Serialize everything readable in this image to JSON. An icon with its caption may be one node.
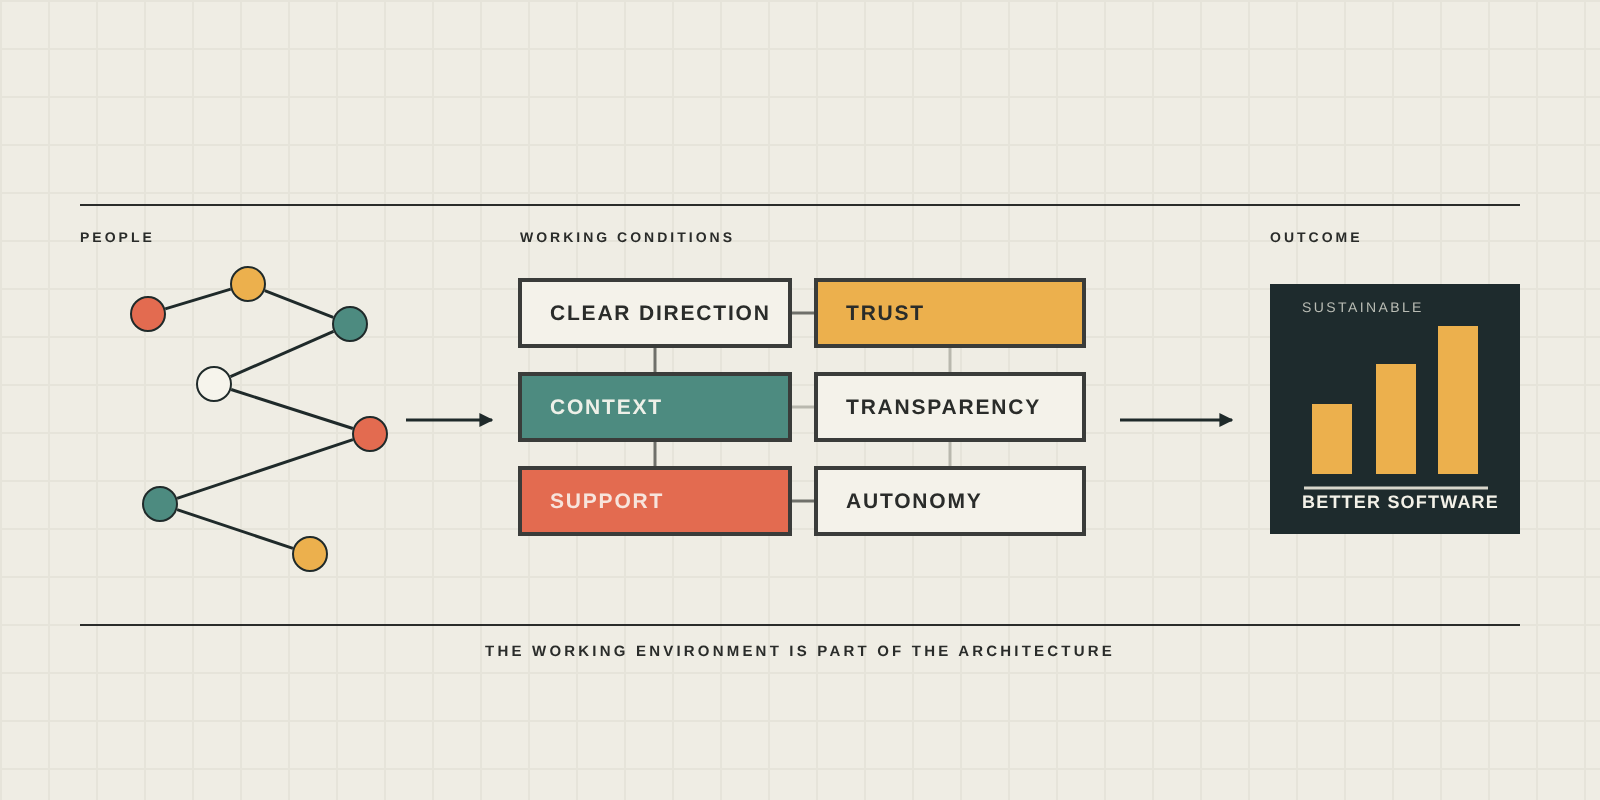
{
  "diagram": {
    "caption": "THE WORKING ENVIRONMENT IS PART OF THE ARCHITECTURE",
    "nodes": [
      {
        "text": [
          "PEOPLE"
        ]
      },
      {
        "text": [],
        "shape": "circle",
        "in": 0
      },
      {
        "text": [],
        "shape": "circle",
        "in": 0
      },
      {
        "text": [],
        "shape": "circle",
        "in": 0
      },
      {
        "text": [],
        "shape": "circle",
        "in": 0
      },
      {
        "text": [],
        "shape": "circle",
        "in": 0
      },
      {
        "text": [],
        "shape": "circle",
        "in": 0
      },
      {
        "text": [],
        "shape": "circle",
        "in": 0
      },
      {
        "text": [
          "WORKING CONDITIONS"
        ]
      },
      {
        "text": [
          "CLEAR DIRECTION"
        ],
        "in": 8
      },
      {
        "text": [
          "TRUST"
        ],
        "in": 8
      },
      {
        "text": [
          "CONTEXT"
        ],
        "in": 8
      },
      {
        "text": [
          "TRANSPARENCY"
        ],
        "in": 8
      },
      {
        "text": [
          "SUPPORT"
        ],
        "in": 8
      },
      {
        "text": [
          "AUTONOMY"
        ],
        "in": 8
      },
      {
        "text": [
          "OUTCOME",
          "SUSTAINABLE",
          "BETTER SOFTWARE"
        ]
      }
    ],
    "edges": [
      {
        "from": 1,
        "to": 2,
        "arrow": "none"
      },
      {
        "from": 2,
        "to": 3,
        "arrow": "none"
      },
      {
        "from": 3,
        "to": 4,
        "arrow": "none"
      },
      {
        "from": 4,
        "to": 5,
        "arrow": "none"
      },
      {
        "from": 5,
        "to": 6,
        "arrow": "none"
      },
      {
        "from": 6,
        "to": 7,
        "arrow": "none"
      },
      {
        "from": 0,
        "to": 8,
        "arrow": "to"
      },
      {
        "from": 8,
        "to": 15,
        "arrow": "to"
      },
      {
        "from": 9,
        "to": 10,
        "arrow": "none",
        "color": "#6f706a"
      },
      {
        "from": 9,
        "to": 11,
        "arrow": "none",
        "color": "#6f706a"
      },
      {
        "from": 10,
        "to": 12,
        "arrow": "none",
        "color": "#b9b8ae"
      },
      {
        "from": 11,
        "to": 12,
        "arrow": "none",
        "color": "#b9b8ae"
      },
      {
        "from": 11,
        "to": 13,
        "arrow": "none",
        "color": "#6f706a"
      },
      {
        "from": 12,
        "to": 14,
        "arrow": "none",
        "color": "#b9b8ae"
      },
      {
        "from": 13,
        "to": 14,
        "arrow": "none",
        "color": "#6f706a"
      }
    ]
  }
}
